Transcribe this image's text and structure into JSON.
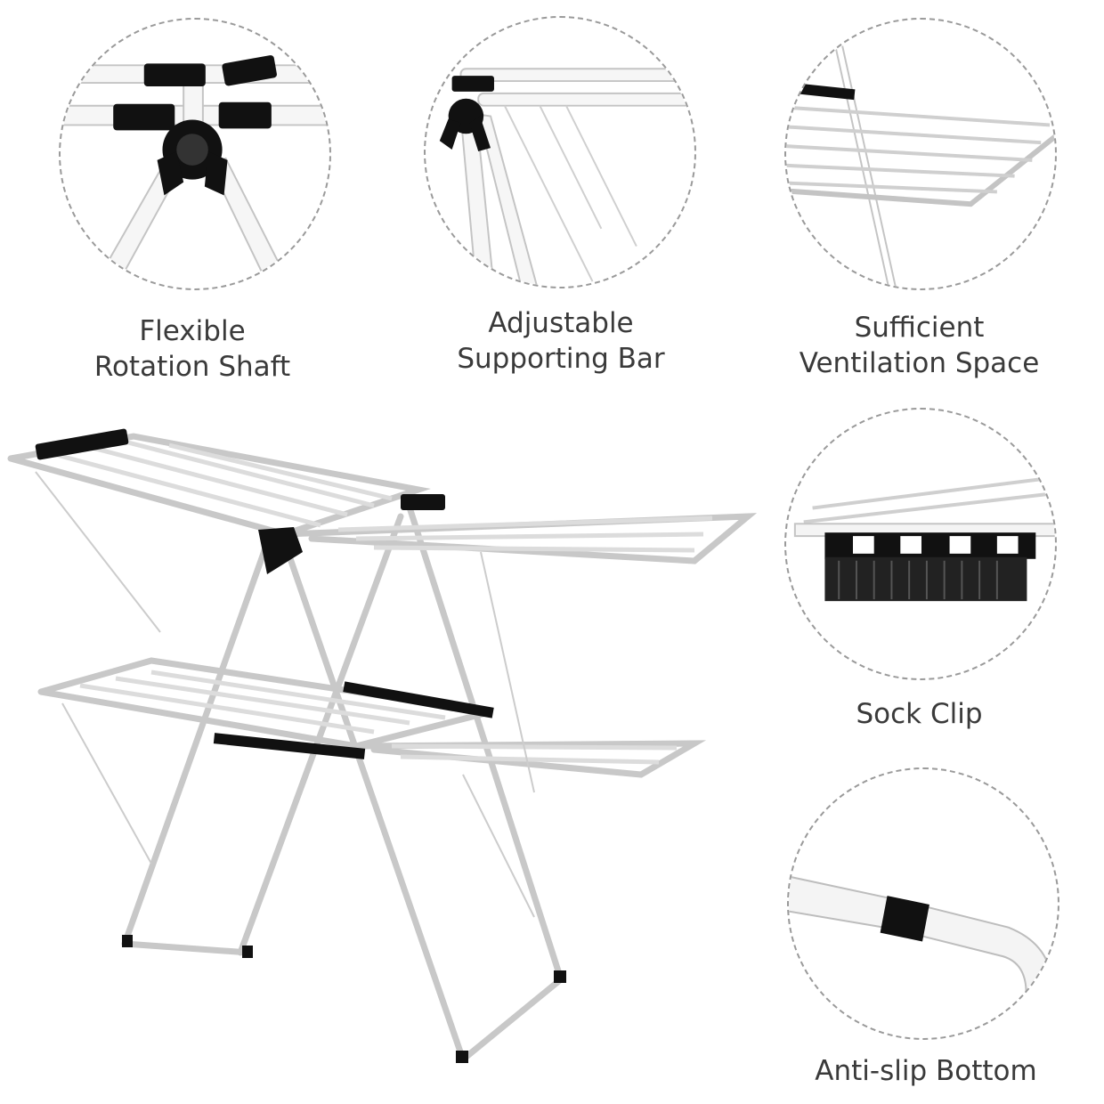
{
  "features": [
    {
      "id": "rotation",
      "lines": [
        "Flexible",
        "Rotation Shaft"
      ],
      "icon": "rotation-shaft-joint-icon"
    },
    {
      "id": "supporting",
      "lines": [
        "Adjustable",
        "Supporting Bar"
      ],
      "icon": "supporting-bar-icon"
    },
    {
      "id": "ventilation",
      "lines": [
        "Sufficient",
        "Ventilation Space"
      ],
      "icon": "ventilation-rack-icon"
    },
    {
      "id": "sock",
      "lines": [
        "Sock Clip"
      ],
      "icon": "sock-clip-icon"
    },
    {
      "id": "antislip",
      "lines": [
        "Anti-slip Bottom"
      ],
      "icon": "anti-slip-foot-icon"
    }
  ],
  "colors": {
    "frame": "#f4f4f4",
    "frame_edge": "#bdbdbd",
    "joint": "#111111",
    "text": "#3a3a3a",
    "border": "#9a9a9a"
  }
}
